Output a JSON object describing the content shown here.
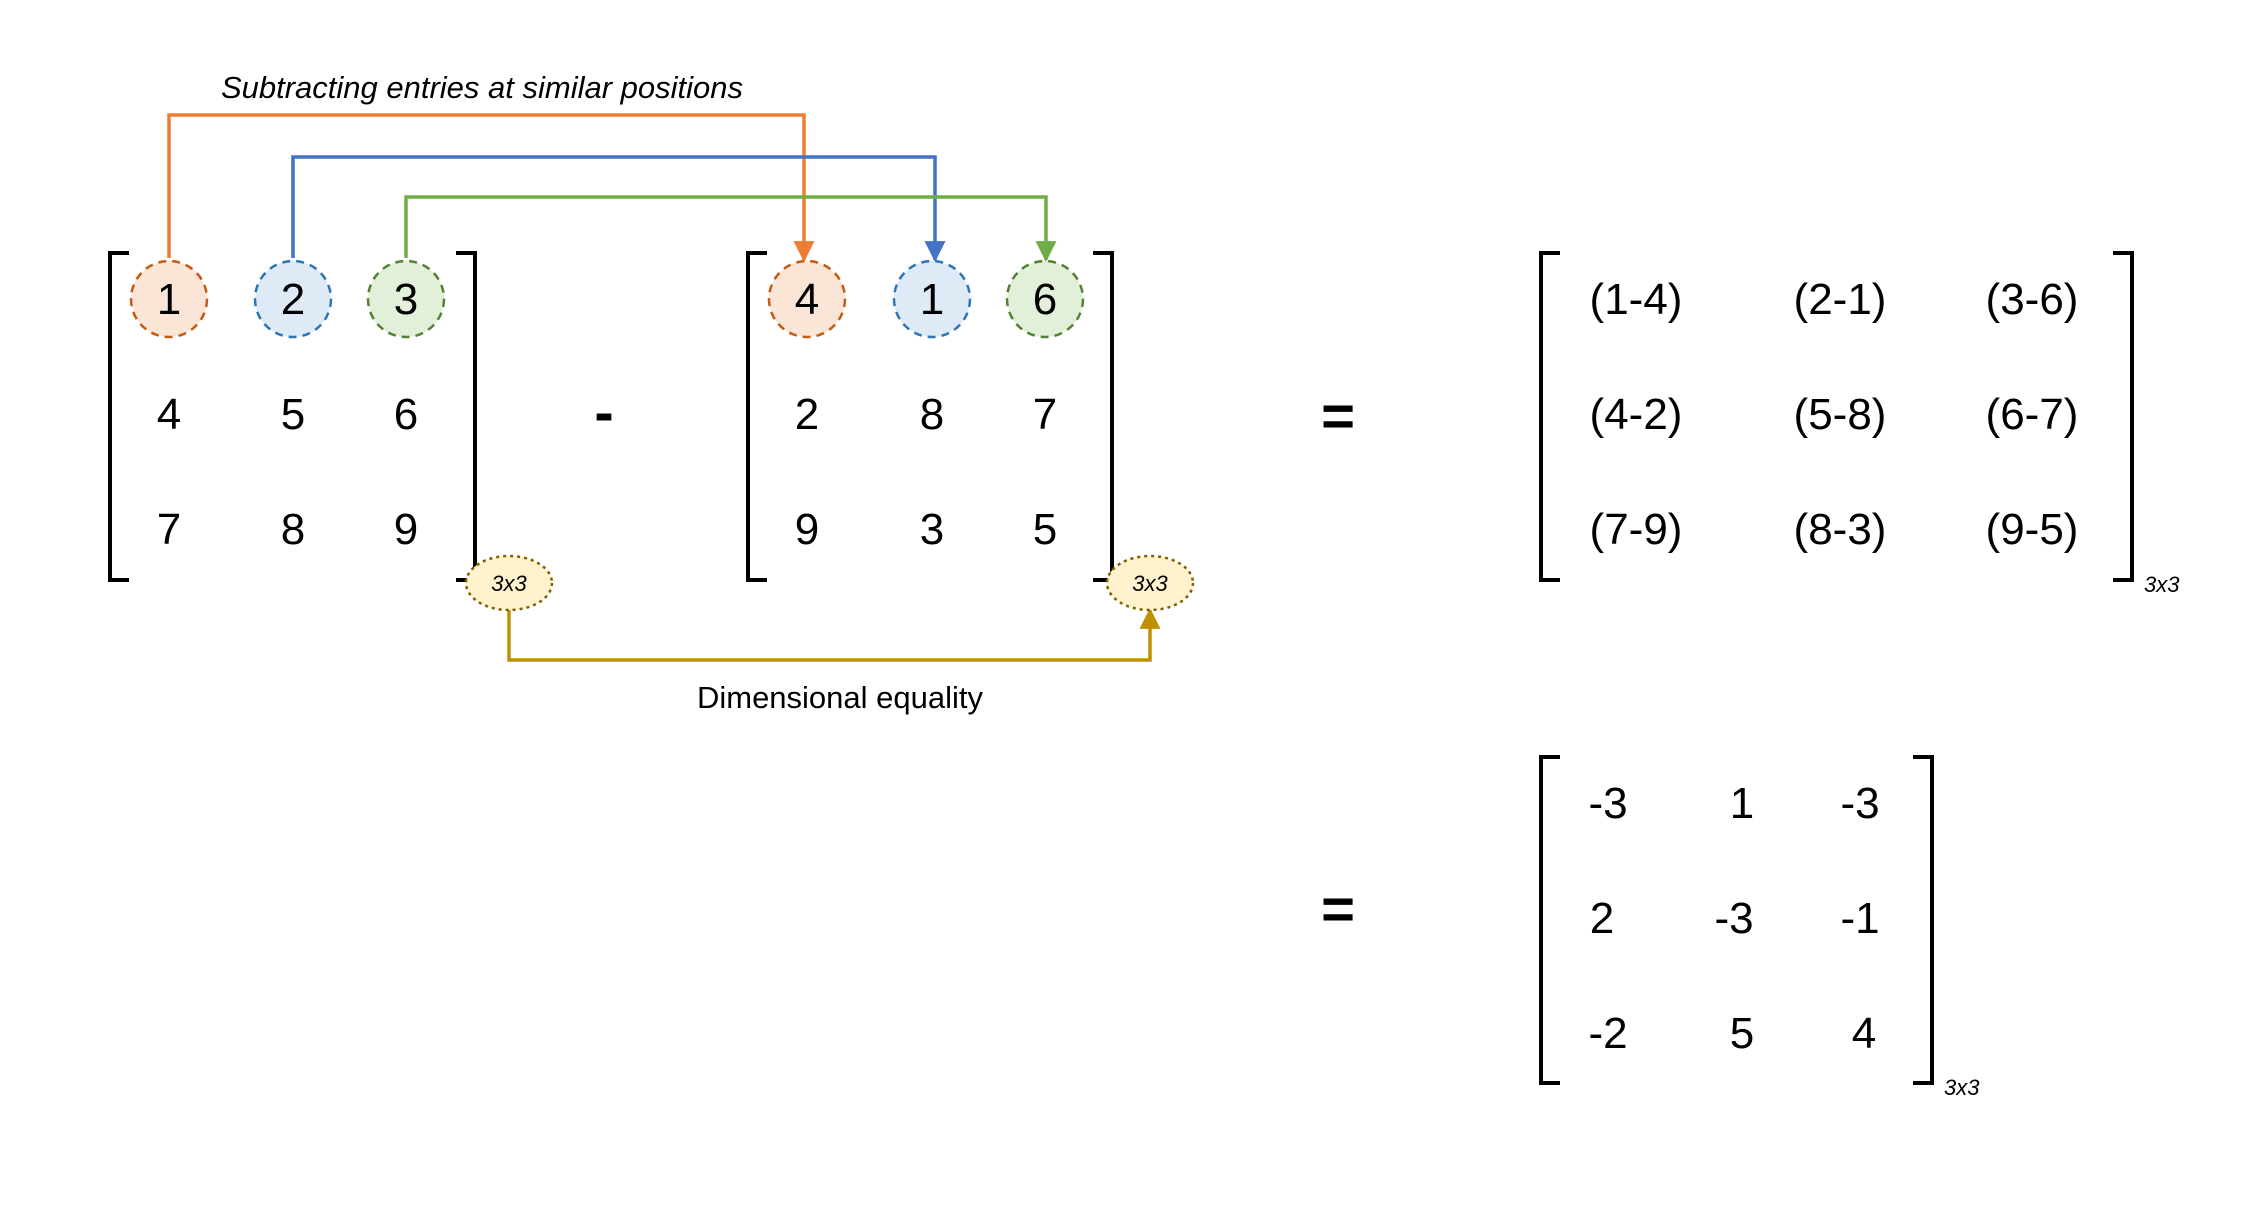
{
  "title": "Subtracting entries at similar positions",
  "dimension_caption": "Dimensional equality",
  "operators": {
    "minus": "-",
    "equals_1": "=",
    "equals_2": "="
  },
  "matrix_a": {
    "rows": [
      [
        "1",
        "2",
        "3"
      ],
      [
        "4",
        "5",
        "6"
      ],
      [
        "7",
        "8",
        "9"
      ]
    ],
    "dimension": "3x3"
  },
  "matrix_b": {
    "rows": [
      [
        "4",
        "1",
        "6"
      ],
      [
        "2",
        "8",
        "7"
      ],
      [
        "9",
        "3",
        "5"
      ]
    ],
    "dimension": "3x3"
  },
  "matrix_expr": {
    "rows": [
      [
        "(1-4)",
        "(2-1)",
        "(3-6)"
      ],
      [
        "(4-2)",
        "(5-8)",
        "(6-7)"
      ],
      [
        "(7-9)",
        "(8-3)",
        "(9-5)"
      ]
    ],
    "dimension": "3x3"
  },
  "matrix_result": {
    "rows": [
      [
        "-3",
        "1",
        "-3"
      ],
      [
        "2",
        "-3",
        "-1"
      ],
      [
        "-2",
        "5",
        "4"
      ]
    ],
    "dimension": "3x3"
  },
  "colors": {
    "orange": "#ED7D31",
    "orange_fill": "#FBE5D6",
    "orange_stroke": "#C55A11",
    "blue": "#4472C4",
    "blue_fill": "#DEEBF7",
    "blue_stroke": "#2E75B6",
    "green": "#70AD47",
    "green_fill": "#E2F0D9",
    "green_stroke": "#548235",
    "gold": "#BF9000",
    "gold_fill": "#FFF2CC",
    "gold_stroke": "#7F6000"
  }
}
